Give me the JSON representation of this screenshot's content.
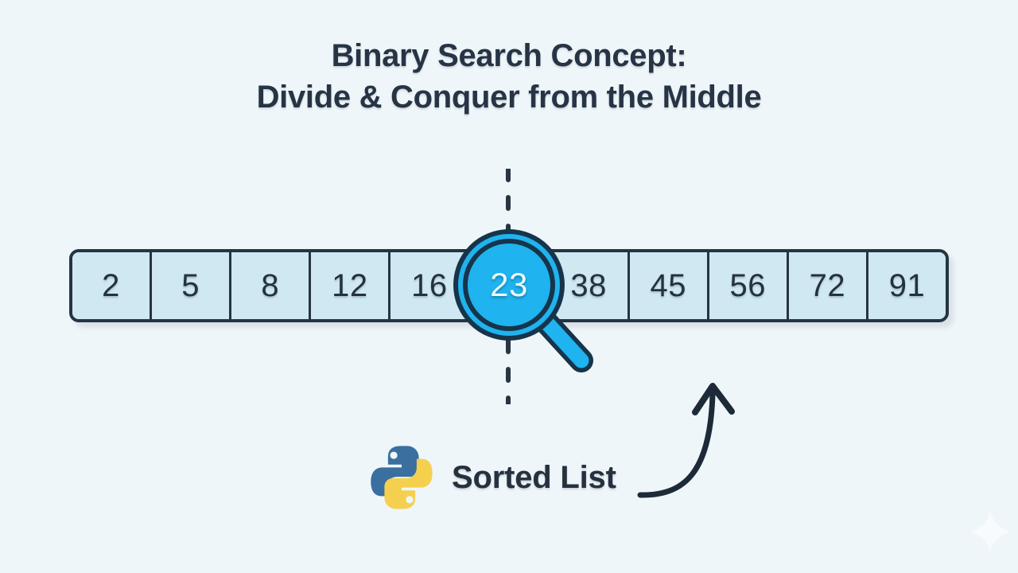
{
  "slide": {
    "title_line1": "Binary Search Concept:",
    "title_line2": "Divide & Conquer from the Middle",
    "background_color": "#eff6fa",
    "title_color": "#263445"
  },
  "array": {
    "name": "sorted-array",
    "cells": [
      {
        "value": "2",
        "highlighted": false
      },
      {
        "value": "5",
        "highlighted": false
      },
      {
        "value": "8",
        "highlighted": false
      },
      {
        "value": "12",
        "highlighted": false
      },
      {
        "value": "16",
        "highlighted": false
      },
      {
        "value": "23",
        "highlighted": true
      },
      {
        "value": "38",
        "highlighted": false
      },
      {
        "value": "45",
        "highlighted": false
      },
      {
        "value": "56",
        "highlighted": false
      },
      {
        "value": "72",
        "highlighted": false
      },
      {
        "value": "91",
        "highlighted": false
      }
    ],
    "cell_fill": "#cfe8f1",
    "border_color": "#253443",
    "text_color": "#24313f"
  },
  "magnifier": {
    "name": "magnifying-glass",
    "focus_value": "23",
    "lens_fill": "#1fb3ef",
    "ring_color": "#16344a",
    "value_color": "#eaf9ff"
  },
  "divider": {
    "name": "middle-dashed-line",
    "color": "#283643",
    "style": "dashed"
  },
  "annotation": {
    "label": "Sorted List",
    "label_color": "#25313e",
    "arrow_color": "#1d2a37",
    "python_logo": {
      "blue": "#3a6f9f",
      "yellow": "#f5d04f"
    }
  }
}
